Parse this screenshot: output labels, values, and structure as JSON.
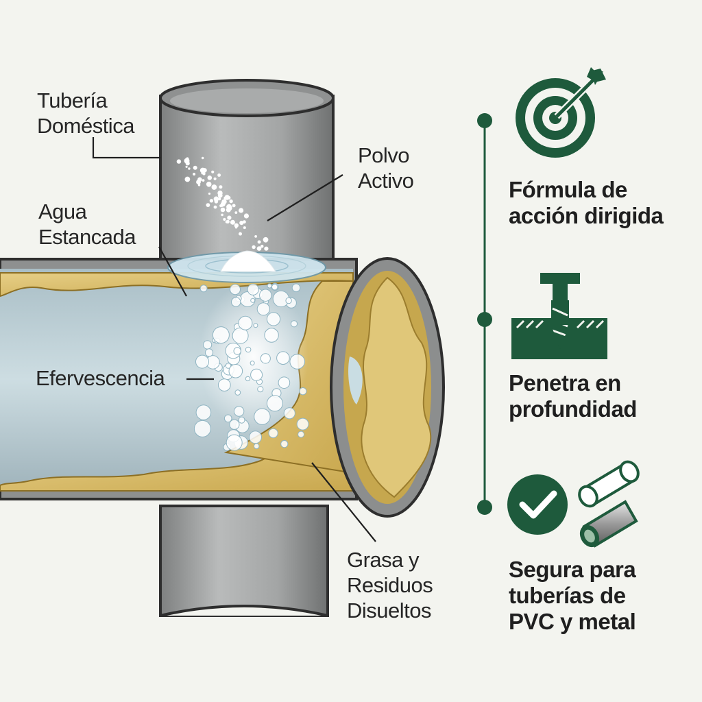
{
  "labels": {
    "pipe": "Tubería\nDoméstica",
    "powder": "Polvo\nActivo",
    "water": "Agua\nEstancada",
    "effervescence": "Efervescencia",
    "grease": "Grasa y\nResiduos\nDisueltos"
  },
  "benefits": [
    {
      "icon": "target-arrow-icon",
      "text": "Fórmula de\nacción dirigida"
    },
    {
      "icon": "drill-penetration-icon",
      "text": "Penetra en\nprofundidad"
    },
    {
      "icon": "check-pipes-icon",
      "text": "Segura para\ntuberías de\nPVC y metal"
    }
  ],
  "colors": {
    "background": "#f3f4ef",
    "brand_green": "#1e5a3c",
    "pipe_grey": "#9a9b9b",
    "grease_yellow": "#d6b967",
    "water_blue": "#bfd3da"
  }
}
